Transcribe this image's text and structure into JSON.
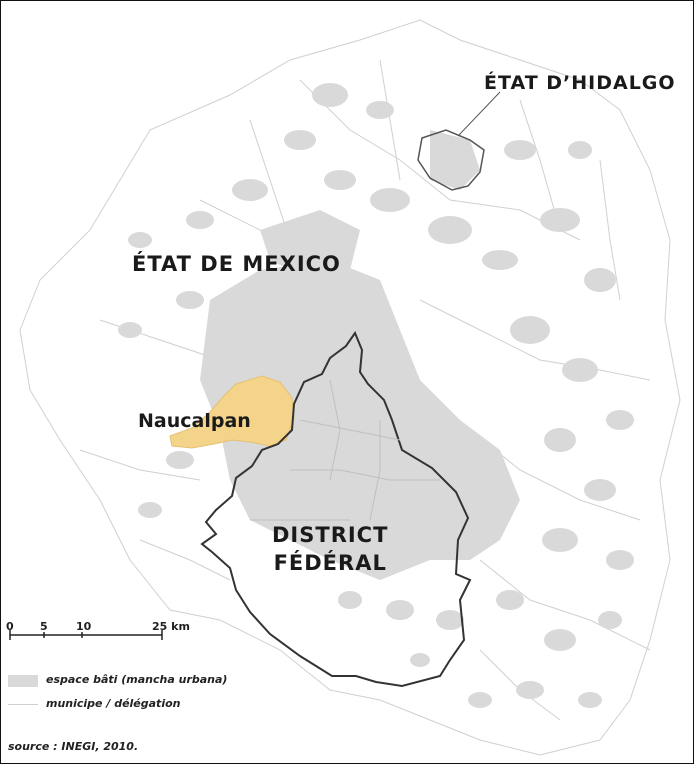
{
  "labels": {
    "hidalgo": "ÉTAT D’HIDALGO",
    "mexico": "ÉTAT DE MEXICO",
    "naucalpan": "Naucalpan",
    "df_line1": "DISTRICT",
    "df_line2": "FÉDÉRAL"
  },
  "scale": {
    "ticks": [
      "0",
      "5",
      "10",
      "25 km"
    ]
  },
  "legend": {
    "built_up": "espace bâti (mancha urbana)",
    "municipality": "municipe / délégation"
  },
  "source": "source : INEGI, 2010.",
  "colors": {
    "built_up": "#d9d9d9",
    "naucalpan": "#f3d48a",
    "boundary": "#333333",
    "municipal_lines": "#cfcfcf"
  }
}
